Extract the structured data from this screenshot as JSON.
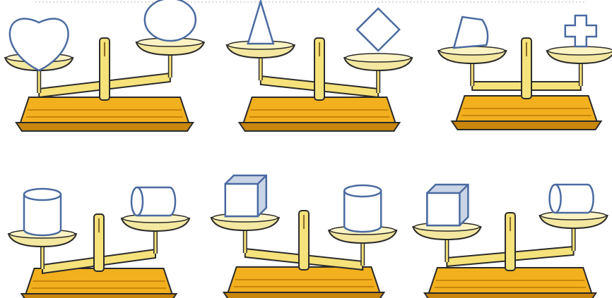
{
  "colors": {
    "base_gold": "#f2b01e",
    "base_shadow": "#c8860c",
    "beam_yellow": "#f6e27a",
    "pan_yellow": "#f4e8a0",
    "outline": "#2b2b2b",
    "shape_outline": "#4a6aa0",
    "shape_fill": "#ffffff",
    "shape_shade": "#c9d4e6",
    "top_dots": "#dcdcdc"
  },
  "scales": [
    {
      "name": "scale-1",
      "tilt": "left-down",
      "left_object": "heart-shape",
      "right_object": "circle-shape"
    },
    {
      "name": "scale-2",
      "tilt": "right-down",
      "left_object": "triangle-shape",
      "right_object": "diamond-shape"
    },
    {
      "name": "scale-3",
      "tilt": "level",
      "left_object": "sector-shape",
      "right_object": "cross-shape"
    },
    {
      "name": "scale-4",
      "tilt": "left-down",
      "left_object": "cylinder-upright",
      "right_object": "cylinder-lying"
    },
    {
      "name": "scale-5",
      "tilt": "right-down",
      "left_object": "cube",
      "right_object": "cylinder-upright"
    },
    {
      "name": "scale-6",
      "tilt": "right-up",
      "left_object": "cube",
      "right_object": "cylinder-lying"
    }
  ]
}
